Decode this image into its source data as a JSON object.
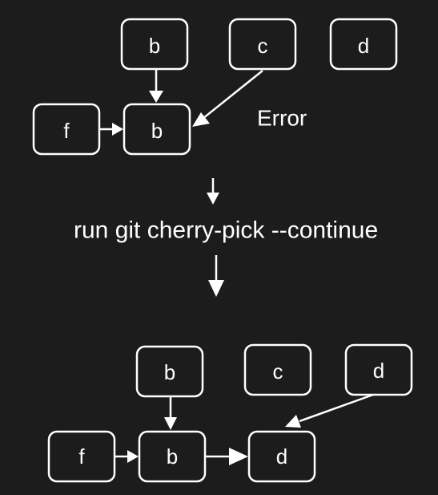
{
  "diagram": {
    "before": {
      "nodes": {
        "b_top": "b",
        "c_top": "c",
        "d_top": "d",
        "f_left": "f",
        "b_mid": "b"
      },
      "status_label": "Error"
    },
    "command_label": "run git cherry-pick --continue",
    "after": {
      "nodes": {
        "b_top": "b",
        "c_top": "c",
        "d_top": "d",
        "f_left": "f",
        "b_mid": "b",
        "d_mid": "d"
      }
    },
    "colors": {
      "background": "#1c1c1c",
      "stroke": "#ffffff",
      "text": "#ffffff"
    }
  }
}
